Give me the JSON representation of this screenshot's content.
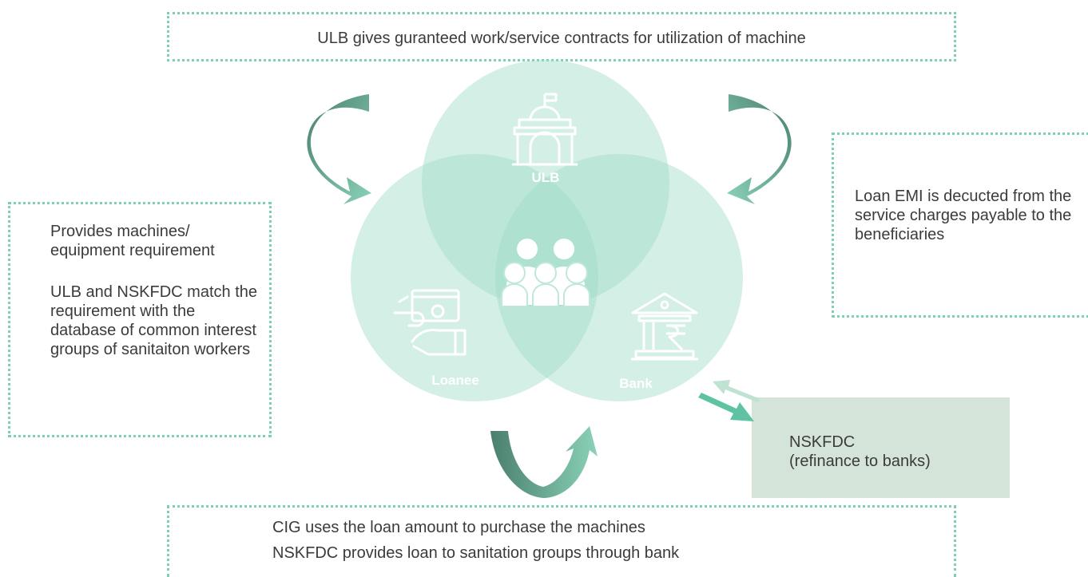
{
  "top_box": {
    "text": "ULB gives guranteed work/service contracts for utilization of machine"
  },
  "left_box": {
    "line1": "Provides machines/ equipment requirement",
    "line2": "ULB and NSKFDC match the requirement with the database of common interest groups of sanitaiton workers"
  },
  "right_box": {
    "text": "Loan EMI is decucted from the service charges payable to the beneficiaries"
  },
  "nskfdc_box": {
    "line1": "NSKFDC",
    "line2": "(refinance to banks)"
  },
  "bottom_box": {
    "line1": "CIG uses the loan amount to purchase the machines",
    "line2": "NSKFDC provides loan to sanitation groups through bank"
  },
  "circles": {
    "ulb": "ULB",
    "loanee": "Loanee",
    "bank": "Bank"
  },
  "icons": [
    "building-dome-icon",
    "money-hand-icon",
    "bank-rupee-icon",
    "group-people-icon",
    "curved-arrow-icon"
  ],
  "colors": {
    "circle_fill": "#9fdcc8",
    "dotted_border": "#7fcfb4",
    "arrow_dark": "#4f8a76",
    "arrow_light": "#8ad2b8",
    "nskfdc_bg": "#d5e4d9"
  }
}
